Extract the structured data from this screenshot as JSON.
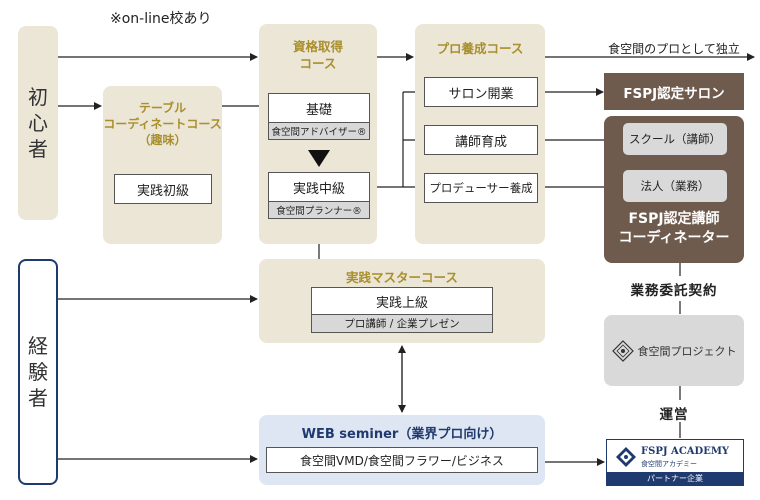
{
  "note": "※on-line校あり",
  "side": {
    "beginner": "初\n心\n者",
    "experienced": "経\n験\n者"
  },
  "table_course": {
    "title": "テーブル\nコーディネートコース\n（趣味）",
    "box": "実践初級"
  },
  "qual_course": {
    "title": "資格取得\nコース",
    "basic": "基礎",
    "basic_sub": "食空間アドバイザー®",
    "mid": "実践中級",
    "mid_sub": "食空間プランナー®"
  },
  "pro_course": {
    "title": "プロ養成コース",
    "items": [
      "サロン開業",
      "講師育成",
      "プロデューサー養成"
    ]
  },
  "master_course": {
    "title": "実践マスターコース",
    "box": "実践上級",
    "sub": "プロ講師 / 企業プレゼン"
  },
  "web_course": {
    "title": "WEB seminer（業界プロ向け）",
    "box": "食空間VMD/食空間フラワー/ビジネス"
  },
  "right": {
    "header": "食空間のプロとして独立",
    "salon": "FSPJ認定サロン",
    "school": "スクール（講師）",
    "corp": "法人（業務）",
    "instructor": "FSPJ認定講師\nコーディネーター",
    "contract": "業務委託契約",
    "project": "食空間プロジェクト",
    "operate": "運営",
    "academy_name": "FSPJ ACADEMY",
    "academy_sub": "食空間アカデミー",
    "academy_bar": "パートナー企業"
  },
  "colors": {
    "beige": "#ece6d6",
    "gold": "#a98f2e",
    "brown": "#6f5b4e",
    "gray_panel": "#d9d9d9",
    "web_blue": "#dfe6f3",
    "navy": "#1f3a6e"
  }
}
